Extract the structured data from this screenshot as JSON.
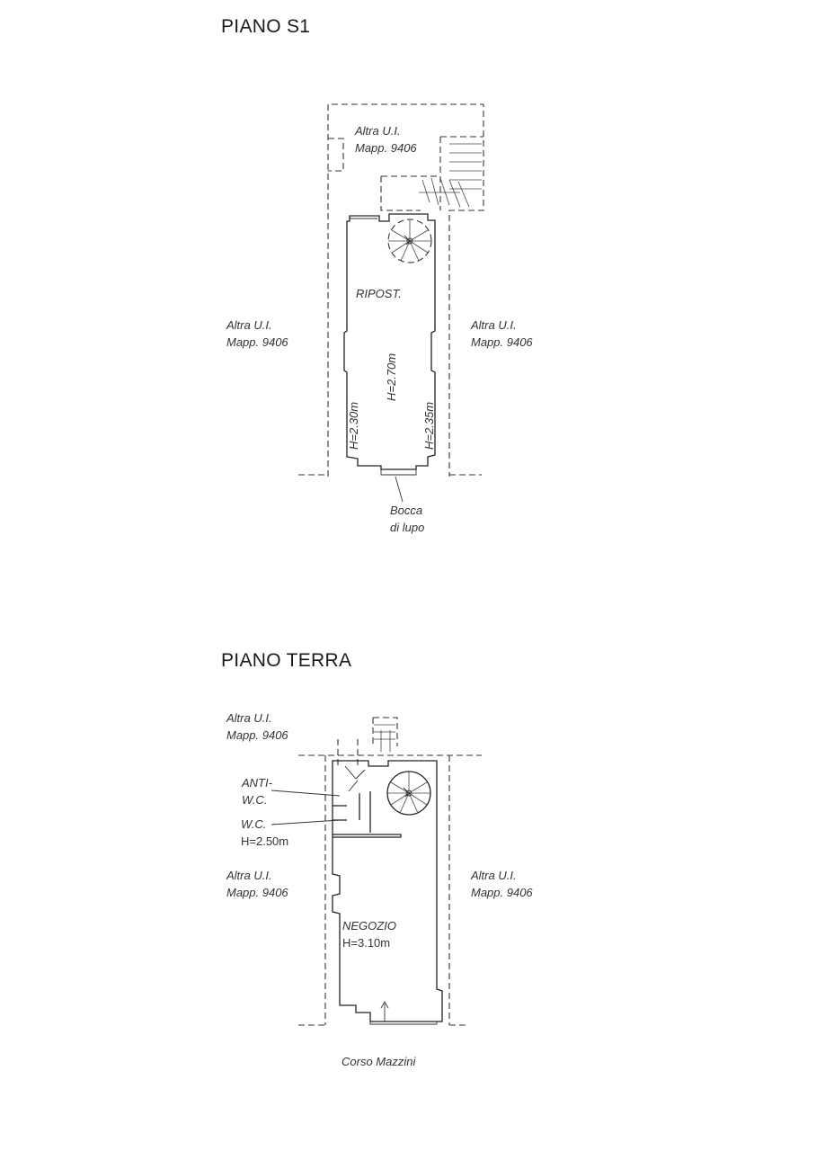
{
  "floors": {
    "s1": {
      "title": "PIANO S1",
      "neighbor_top": {
        "line1": "Altra U.I.",
        "line2": "Mapp. 9406"
      },
      "neighbor_left": {
        "line1": "Altra U.I.",
        "line2": "Mapp. 9406"
      },
      "neighbor_right": {
        "line1": "Altra U.I.",
        "line2": "Mapp. 9406"
      },
      "room": "RIPOST.",
      "height_center": "H=2.70m",
      "height_left": "H=2.30m",
      "height_right": "H=2.35m",
      "opening": {
        "line1": "Bocca",
        "line2": "di lupo"
      }
    },
    "terra": {
      "title": "PIANO TERRA",
      "neighbor_top": {
        "line1": "Altra U.I.",
        "line2": "Mapp. 9406"
      },
      "neighbor_left": {
        "line1": "Altra U.I.",
        "line2": "Mapp. 9406"
      },
      "neighbor_right": {
        "line1": "Altra U.I.",
        "line2": "Mapp. 9406"
      },
      "anti_wc": {
        "line1": "ANTI-",
        "line2": "W.C."
      },
      "wc": {
        "line1": "W.C.",
        "line2": "H=2.50m"
      },
      "shop": {
        "line1": "NEGOZIO",
        "line2": "H=3.10m"
      },
      "street": "Corso Mazzini"
    }
  },
  "colors": {
    "line": "#222222",
    "background": "#ffffff"
  },
  "icons": [
    "spiral-stair-icon",
    "entrance-arrow-icon"
  ]
}
